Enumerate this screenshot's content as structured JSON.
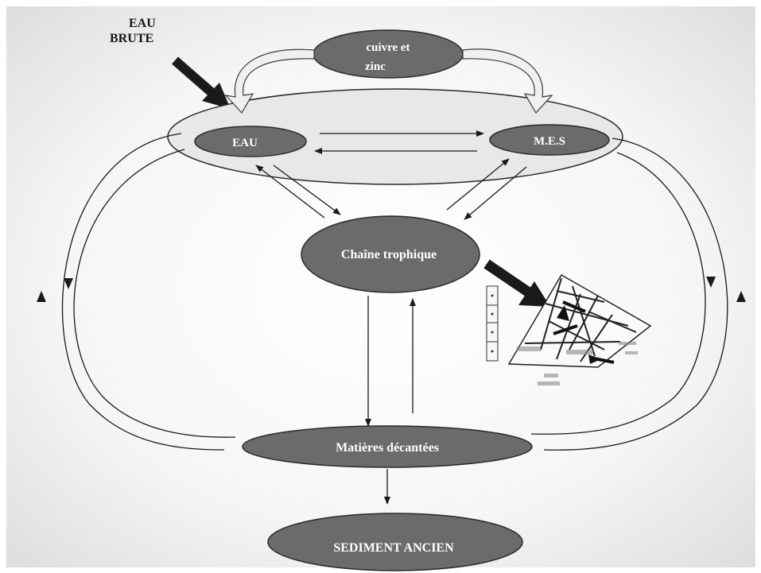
{
  "diagram": {
    "source_label_line1": "EAU",
    "source_label_line2": "BRUTE",
    "metals_line1": "cuivre et",
    "metals_line2": "zinc",
    "water_node": "EAU",
    "mes_node": "M.E.S",
    "food_chain_node": "Chaîne trophique",
    "settled_matter_node": "Matières décantées",
    "old_sediment_node": "SEDIMENT ANCIEN"
  },
  "colors": {
    "node_fill": "#6b6b6b",
    "node_stroke": "#2a2a2a",
    "node_text": "#ffffff",
    "band_fill": "#e6e6e6",
    "background": "#eeeeee",
    "line": "#1a1a1a",
    "thick_arrow": "#1a1a1a",
    "curved_arrow_fill": "#f0f0f0"
  },
  "icons": {
    "food_web_inset": "food-web-inset-icon",
    "trophic_levels_inset": "trophic-levels-inset-icon"
  }
}
